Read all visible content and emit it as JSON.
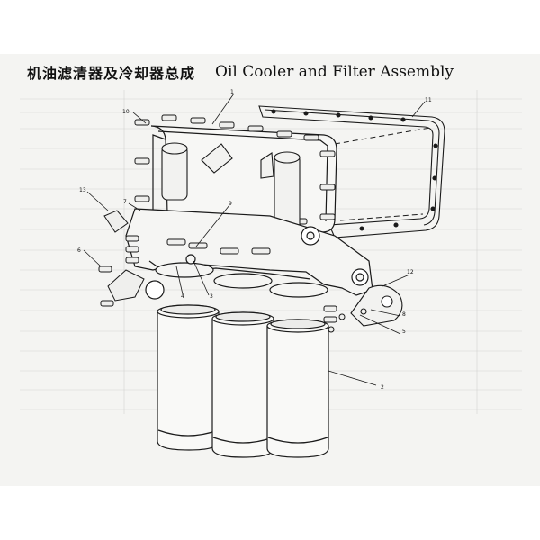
{
  "title": {
    "zh": "机油滤清器及冷却器总成",
    "en": "Oil Cooler and Filter Assembly"
  },
  "callouts": {
    "c1": "1",
    "c2": "2",
    "c3": "3",
    "c4": "4",
    "c5": "5",
    "c6": "6",
    "c7": "7",
    "c8": "8",
    "c9": "9",
    "c10": "10",
    "c11": "11",
    "c12": "12",
    "c13": "13"
  }
}
